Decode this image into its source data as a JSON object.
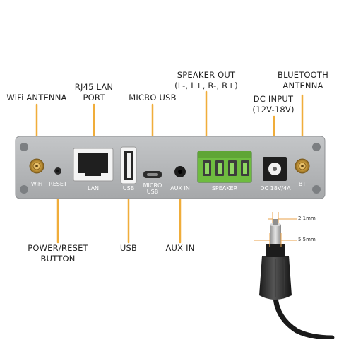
{
  "callouts": {
    "wifi_antenna": "WiFi ANTENNA",
    "rj45_lan_port": [
      "RJ45 LAN",
      "PORT"
    ],
    "micro_usb": "MICRO USB",
    "speaker_out": [
      "SPEAKER OUT",
      "(L-, L+, R-, R+)"
    ],
    "dc_input": [
      "DC INPUT",
      "(12V-18V)"
    ],
    "bluetooth_antenna": [
      "BLUETOOTH",
      "ANTENNA"
    ],
    "power_reset_button": [
      "POWER/RESET",
      "BUTTON"
    ],
    "usb": "USB",
    "aux_in": "AUX IN"
  },
  "panel_labels": {
    "wifi": "WiFi",
    "reset": "RESET",
    "lan": "LAN",
    "usb": "USB",
    "micro_usb": [
      "MICRO",
      "USB"
    ],
    "aux_in": "AUX IN",
    "speaker": "SPEAKER",
    "dc": "DC 18V/4A",
    "bt": "BT"
  },
  "plug_dimensions": {
    "inner": "2.1mm",
    "outer": "5.5mm"
  },
  "colors": {
    "panel": "#b2b4b6",
    "leader": "#f0ad3a",
    "terminal": "#6ebc3f",
    "antenna_gold": "#c89a3a"
  }
}
